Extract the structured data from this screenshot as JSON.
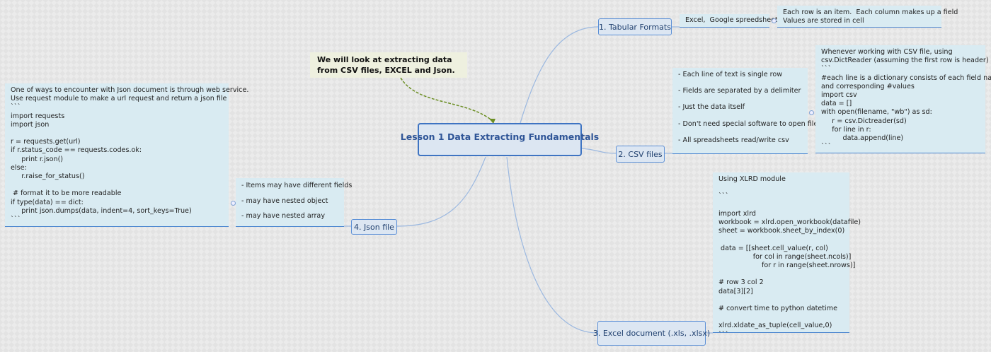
{
  "central": {
    "title": "Lesson 1 Data Extracting Fundamentals"
  },
  "callout": {
    "text": "We will look at extracting data from CSV files, EXCEL and Json."
  },
  "branches": {
    "tabular": {
      "label": "1. Tabular Formats",
      "examples": "Excel,  Google spreedsheet",
      "note": "Each row is an item.  Each column makes up a field\nValues are stored in cell"
    },
    "csv": {
      "label": "2. CSV files",
      "bullets": "- Each line of text is single row\n\n- Fields are separated by a delimiter\n\n- Just the data itself\n\n- Don't need special software to open file\n\n- All spreadsheets read/write csv",
      "code": "Whenever working with CSV file, using\ncsv.DictReader (assuming the first row is header)\n```\n#each line is a dictionary consists of each field name\nand corresponding #values\nimport csv\ndata = []\nwith open(filename, \"wb\") as sd:\n     r = csv.Dictreader(sd)\n     for line in r:\n          data.append(line)\n```"
    },
    "excel": {
      "label": "3. Excel document (.xls, .xlsx)",
      "code": "Using XLRD module\n\n```\n\nimport xlrd\nworkbook = xlrd.open_workbook(datafile)\nsheet = workbook.sheet_by_index(0)\n\n data = [[sheet.cell_value(r, col)\n                for col in range(sheet.ncols)]\n                    for r in range(sheet.nrows)]\n\n# row 3 col 2\ndata[3][2]\n\n# convert time to python datetime\n\nxlrd.xldate_as_tuple(cell_value,0)\n```"
    },
    "json": {
      "label": "4. Json file",
      "bullets": "- Items may have different fields\n\n- may have nested object\n\n- may have nested array",
      "code": "One of ways to encounter with Json document is through web service.\nUse request module to make a url request and return a json file\n```\nimport requests\nimport json\n\nr = requests.get(url)\nif r.status_code == requests.codes.ok:\n     print r.json()\nelse:\n     r.raise_for_status()\n\n # format it to be more readable\nif type(data) == dict:\n     print json.dumps(data, indent=4, sort_keys=True)\n```"
    }
  },
  "colors": {
    "node_fill": "#dce6f2",
    "node_border": "#3f74c2",
    "note_fill": "#d9ebf2",
    "callout_fill": "#eef0df",
    "arrow": "#6b8e23"
  }
}
